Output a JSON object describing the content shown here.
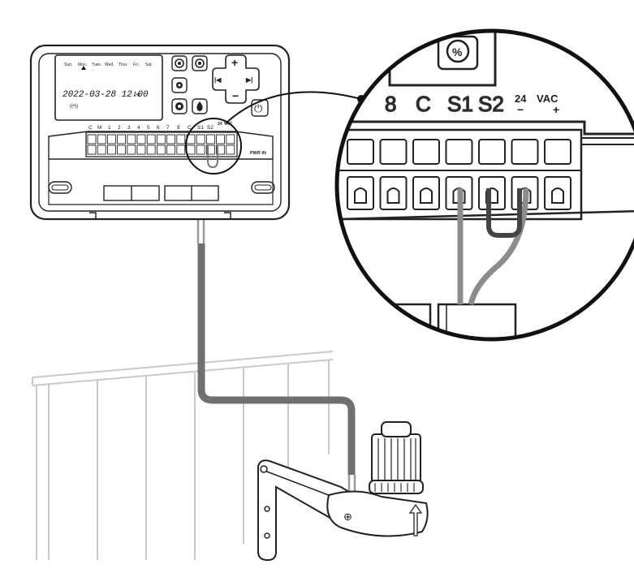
{
  "controller": {
    "days": [
      "Sun.",
      "Mon.",
      "Tues.",
      "Wed.",
      "Thur.",
      "Fri.",
      "Sat."
    ],
    "lcd_datetime": "2022-03-28  12:00",
    "lcd_pm": "PM",
    "lcd_signal": "((•))",
    "terminal_labels": [
      "C",
      "M",
      "1",
      "2",
      "3",
      "4",
      "5",
      "6",
      "7",
      "8",
      "C",
      "S1",
      "S2",
      "24",
      "VAC"
    ],
    "pwr_in_label": "PWR IN",
    "buttons": {
      "plus": "+",
      "minus": "−",
      "prev": "|◀",
      "next": "▶|",
      "power": "⏻"
    }
  },
  "zoom": {
    "terminal_labels": [
      "8",
      "C",
      "S1",
      "S2"
    ],
    "voltage_top": "24",
    "voltage_unit": "VAC",
    "voltage_minus": "−",
    "voltage_plus": "+",
    "percent_button": "%"
  },
  "sensor": {
    "mount_screw": "⊕"
  }
}
